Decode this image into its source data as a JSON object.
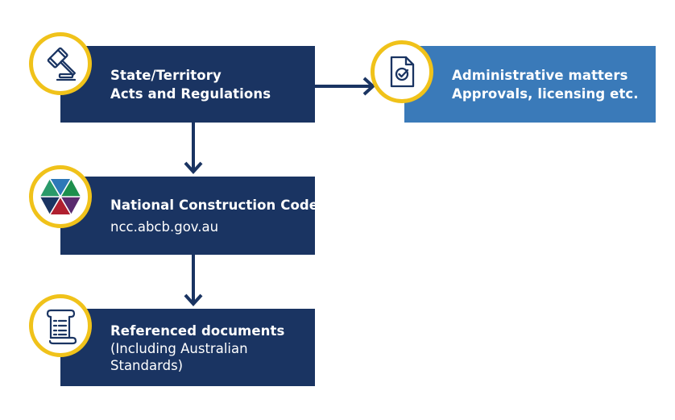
{
  "boxes": {
    "acts": {
      "title_line1": "State/Territory",
      "title_line2": "Acts and Regulations",
      "icon": "gavel-icon"
    },
    "admin": {
      "title_line1": "Administrative matters",
      "title_line2": "Approvals, licensing etc.",
      "icon": "checked-document-icon"
    },
    "ncc": {
      "title": "National Construction Code",
      "subtitle": "ncc.abcb.gov.au",
      "icon": "ncc-logo-icon"
    },
    "ref": {
      "title": "Referenced documents",
      "subtitle_line1": "(Including Australian",
      "subtitle_line2": "Standards)",
      "icon": "scroll-document-icon"
    }
  },
  "colors": {
    "navy": "#1a3462",
    "blue": "#3a7ab9",
    "gold": "#f0c21a",
    "arrow": "#1a3462",
    "icon_stroke": "#1a3462"
  }
}
